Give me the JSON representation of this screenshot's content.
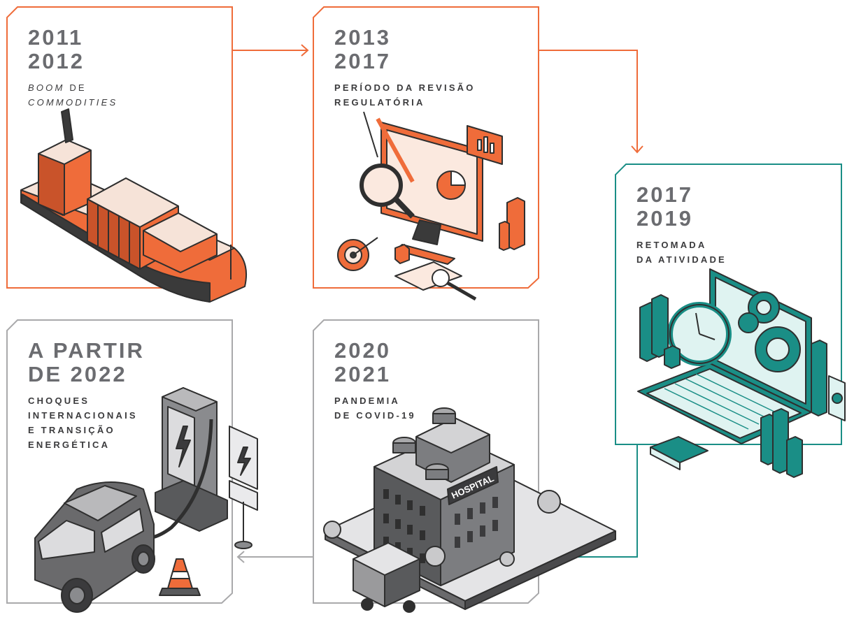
{
  "colors": {
    "orange": "#ef6c3a",
    "teal": "#1a8e86",
    "gray": "#a9a9ab",
    "text_gray": "#6b6c70",
    "dark": "#3b3b3d"
  },
  "cards": [
    {
      "id": "2011",
      "years": [
        "2011",
        "2012"
      ],
      "label_parts": {
        "italic": "BOOM",
        "rest": " DE",
        "line2": "COMMODITIES"
      },
      "icon": "cargo-ship-illustration"
    },
    {
      "id": "2013",
      "years": [
        "2013",
        "2017"
      ],
      "label": [
        "PERÍODO DA REVISÃO",
        "REGULATÓRIA"
      ],
      "icon": "analytics-monitor-illustration"
    },
    {
      "id": "2017",
      "years": [
        "2017",
        "2019"
      ],
      "label": [
        "RETOMADA",
        "DA ATIVIDADE"
      ],
      "icon": "laptop-gears-illustration"
    },
    {
      "id": "2020",
      "years": [
        "2020",
        "2021"
      ],
      "label": [
        "PANDEMIA",
        "DE COVID-19"
      ],
      "icon": "hospital-illustration",
      "sign": "HOSPITAL"
    },
    {
      "id": "2022",
      "years": [
        "A PARTIR",
        "DE 2022"
      ],
      "label": [
        "CHOQUES",
        "INTERNACIONAIS",
        "E TRANSIÇÃO",
        "ENERGÉTICA"
      ],
      "icon": "ev-charging-illustration"
    }
  ]
}
